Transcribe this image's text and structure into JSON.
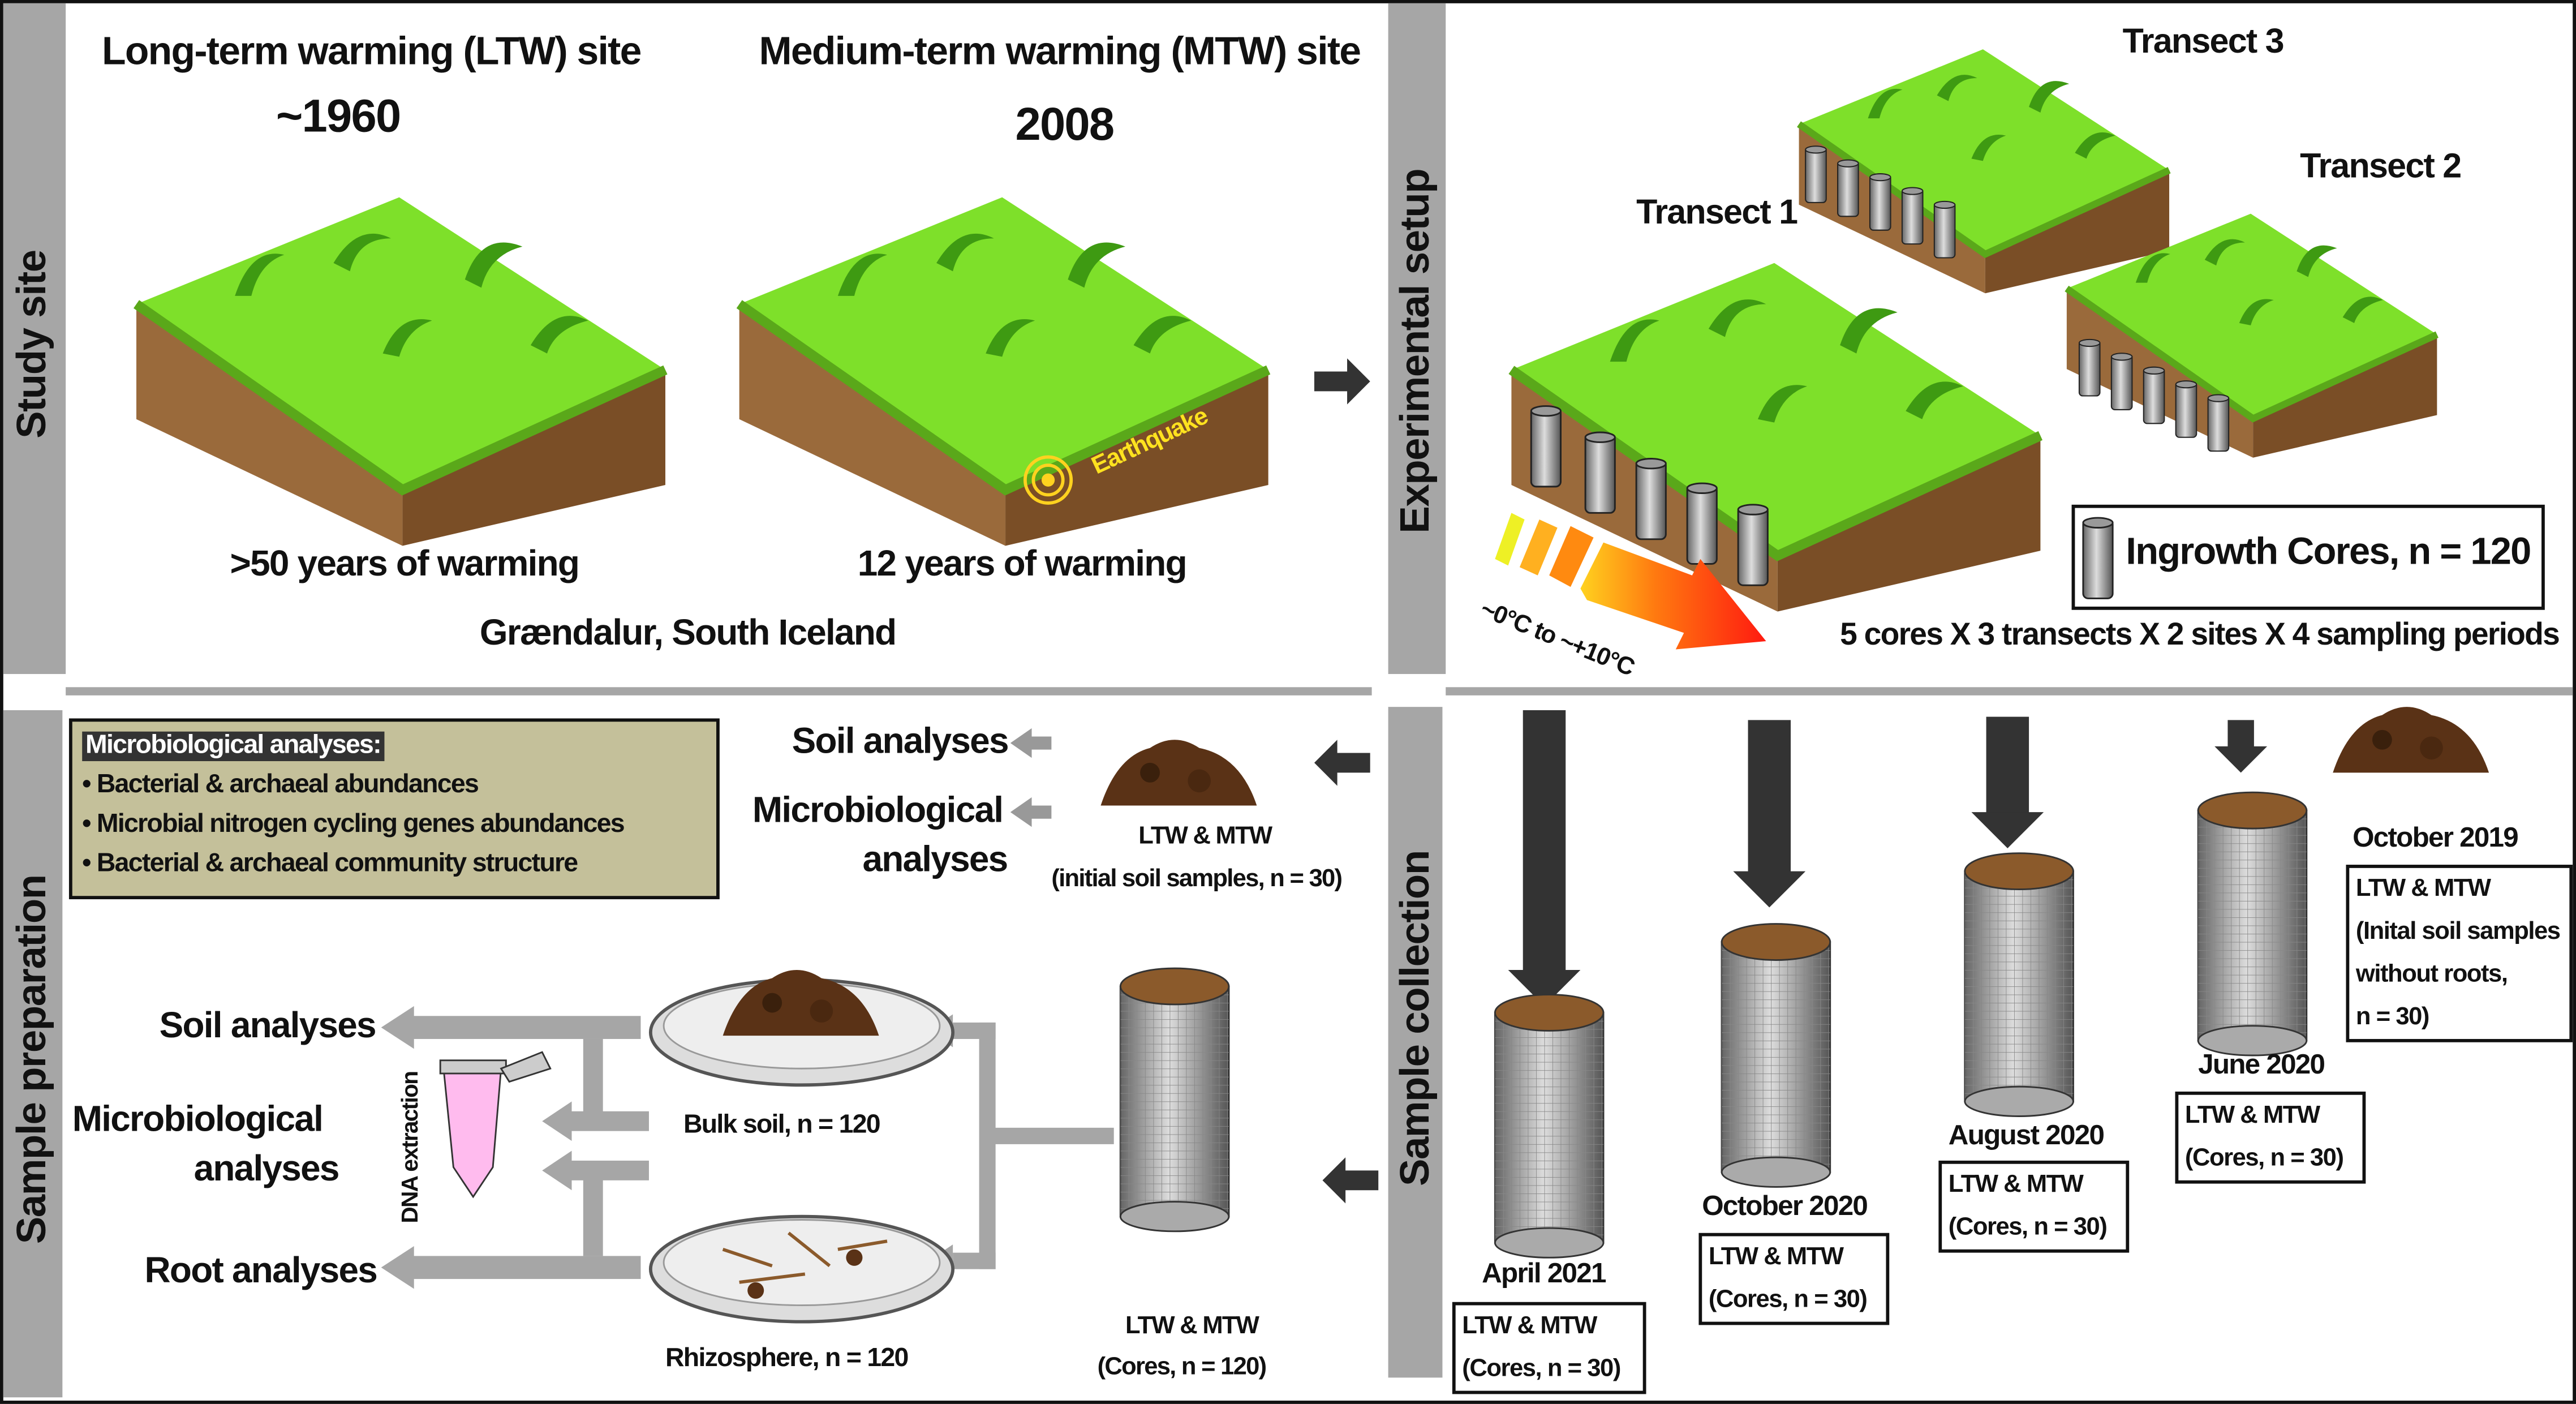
{
  "study_site": {
    "section_label": "Study site",
    "ltw_title": "Long-term warming (LTW) site",
    "ltw_year": "~1960",
    "ltw_caption": ">50 years of warming",
    "mtw_title": "Medium-term warming (MTW) site",
    "mtw_year": "2008",
    "mtw_caption": "12 years of warming",
    "earthquake_label": "Earthquake",
    "location": "Grændalur, South Iceland"
  },
  "experimental_setup": {
    "section_label": "Experimental setup",
    "transect_1": "Transect 1",
    "transect_2": "Transect 2",
    "transect_3": "Transect 3",
    "temp_low": "~0°C",
    "temp_to": "to",
    "temp_high": "~+10°C",
    "legend_label": "Ingrowth Cores, n = 120",
    "design": "5 cores X 3 transects X 2 sites X 4 sampling periods"
  },
  "sample_preparation": {
    "section_label": "Sample preparation",
    "micro_box_title": "Microbiological analyses:",
    "micro_box_items": [
      "• Bacterial & archaeal abundances",
      "• Microbial nitrogen cycling genes abundances",
      "• Bacterial & archaeal community structure"
    ],
    "top_soil_analyses": "Soil analyses",
    "top_micro_line1": "Microbiological",
    "top_micro_line2": "analyses",
    "initial_line1": "LTW & MTW",
    "initial_line2": "(initial soil samples, n = 30)",
    "soil_analyses": "Soil analyses",
    "micro_line1": "Microbiological",
    "micro_line2": "analyses",
    "root_analyses": "Root analyses",
    "dna_extraction": "DNA extraction",
    "bulk_soil": "Bulk soil, n = 120",
    "rhizosphere": "Rhizosphere, n = 120",
    "cores_line1": "LTW & MTW",
    "cores_line2": "(Cores, n = 120)"
  },
  "sample_collection": {
    "section_label": "Sample collection",
    "periods": [
      {
        "date": "April 2021",
        "line1": "LTW & MTW",
        "line2": "(Cores, n = 30)"
      },
      {
        "date": "October 2020",
        "line1": "LTW & MTW",
        "line2": "(Cores, n = 30)"
      },
      {
        "date": "August 2020",
        "line1": "LTW & MTW",
        "line2": "(Cores, n = 30)"
      },
      {
        "date": "June 2020",
        "line1": "LTW & MTW",
        "line2": "(Cores, n = 30)"
      }
    ],
    "oct2019": {
      "date": "October 2019",
      "line1": "LTW & MTW",
      "line2": "(Inital soil samples",
      "line3": "without roots,",
      "line4": "n = 30)"
    }
  },
  "colors": {
    "band": "#a6a6a6",
    "grass": "#7ed321",
    "soil": "#8b5a2b",
    "box_fill": "#c4c09a",
    "arrow": "#333333"
  }
}
